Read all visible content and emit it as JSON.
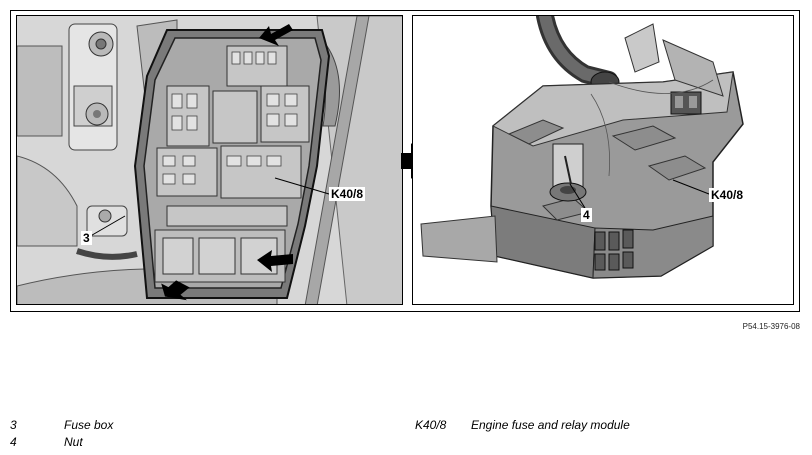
{
  "figure": {
    "reference_code": "P54.15-3976-08",
    "left_panel": {
      "callouts": {
        "fuse_box_number": "3",
        "module_code": "K40/8"
      }
    },
    "right_panel": {
      "callouts": {
        "nut_number": "4",
        "module_code": "K40/8"
      }
    }
  },
  "legend": {
    "items": [
      {
        "key": "3",
        "text": "Fuse box"
      },
      {
        "key": "4",
        "text": "Nut"
      },
      {
        "key": "K40/8",
        "text": "Engine fuse and relay module"
      }
    ]
  },
  "colors": {
    "panel_gray": "#d7d7d7",
    "line": "#000000",
    "module_dark": "#6e6e6e",
    "module_mid": "#9a9a9a",
    "module_light": "#c4c4c4"
  }
}
